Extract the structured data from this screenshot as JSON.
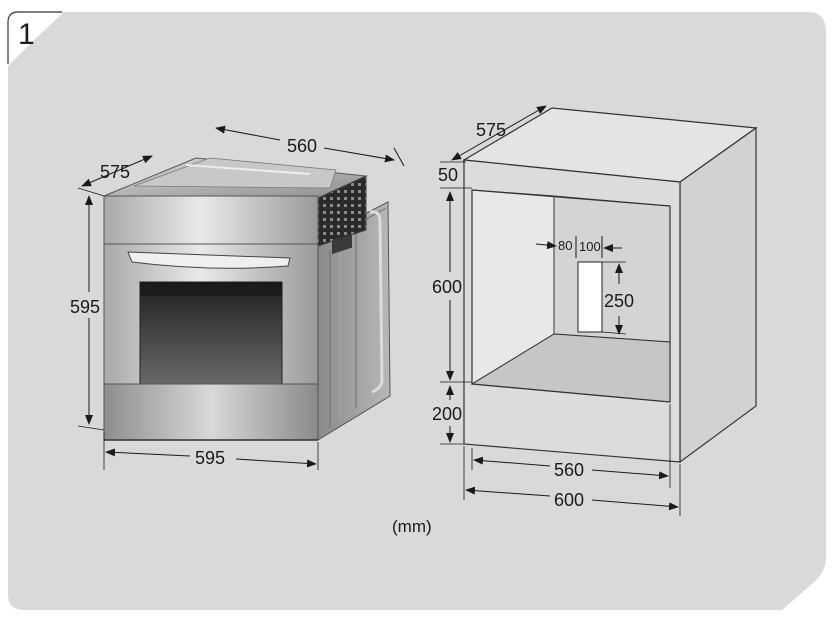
{
  "step_number": "1",
  "unit_label": "(mm)",
  "oven": {
    "depth": "575",
    "width_top": "560",
    "height": "595",
    "width_bottom": "595"
  },
  "cabinet": {
    "depth": "575",
    "top_gap": "50",
    "niche_height": "600",
    "bottom_height": "200",
    "vent_offset": "80",
    "vent_width": "100",
    "vent_height": "250",
    "inner_width": "560",
    "outer_width": "600"
  },
  "colors": {
    "panel_bg": "#d9d9d9",
    "cabinet_front": "#dcdcdc",
    "cabinet_side": "#cfcfcf",
    "oven_steel": "#bdbdbd",
    "glass": "#333333",
    "line": "#1a1a1a"
  }
}
